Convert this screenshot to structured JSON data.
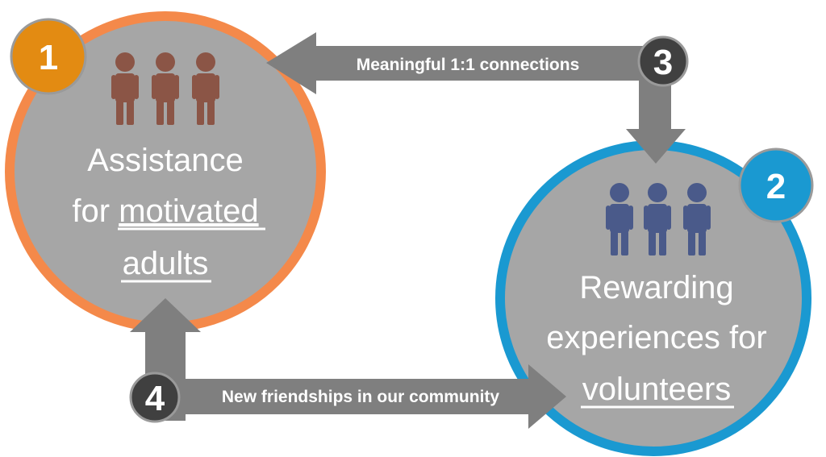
{
  "circles": {
    "adults": {
      "badge": "1",
      "line1": "Assistance",
      "line2_prefix": "for ",
      "line2_underlined": "motivated",
      "line3_underlined": "adults",
      "ring_color": "#f4894a",
      "badge_color": "#e38b12",
      "people_color": "#8b5546",
      "people_count": 3
    },
    "volunteers": {
      "badge": "2",
      "line1": "Rewarding",
      "line2": "experiences for",
      "line3_underlined": "volunteers",
      "ring_color": "#1a99d1",
      "badge_color": "#1a99d1",
      "people_color": "#4a5a8a",
      "people_count": 3
    }
  },
  "arrows": {
    "top": {
      "badge": "3",
      "label": "Meaningful 1:1 connections"
    },
    "bottom": {
      "badge": "4",
      "label": "New friendships in our community"
    }
  },
  "colors": {
    "circle_fill": "#a6a6a6",
    "arrow_fill": "#7f7f7f",
    "arrow_badge": "#404040"
  },
  "icons": [
    "person-icon"
  ]
}
